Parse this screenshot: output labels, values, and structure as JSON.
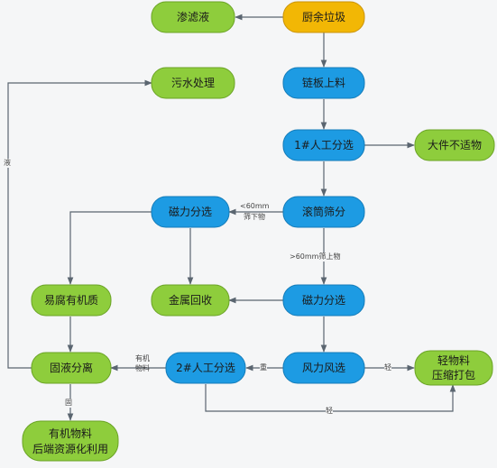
{
  "colors": {
    "green_fill": "#8ecd3c",
    "green_stroke": "#6aa325",
    "blue_fill": "#1d9be3",
    "blue_stroke": "#147bb8",
    "orange_fill": "#f2b705",
    "orange_stroke": "#c9930a",
    "line": "#5a6570"
  },
  "nodes": {
    "leachate": "渗滤液",
    "kitchen_waste": "厨余垃圾",
    "sewage": "污水处理",
    "chain_feed": "链板上料",
    "manual_sort_1": "1#人工分选",
    "bulky": "大件不适物",
    "magnetic_sort_top": "磁力分选",
    "drum_screen": "滚筒筛分",
    "perishable": "易腐有机质",
    "metal_recovery": "金属回收",
    "magnetic_sort_mid": "磁力分选",
    "solid_liquid": "固液分离",
    "manual_sort_2": "2#人工分选",
    "wind_sort": "风力风选",
    "light_material_1": "轻物料",
    "light_material_2": "压缩打包",
    "organic_1": "有机物料",
    "organic_2": "后端资源化利用"
  },
  "labels": {
    "undersize_1": "<60mm",
    "undersize_2": "筛下物",
    "oversize": ">60mm筛上物",
    "liquid": "液",
    "organic_material_1": "有机",
    "organic_material_2": "物料",
    "heavy": "重",
    "light_a": "轻",
    "light_b": "轻",
    "solid": "固"
  }
}
